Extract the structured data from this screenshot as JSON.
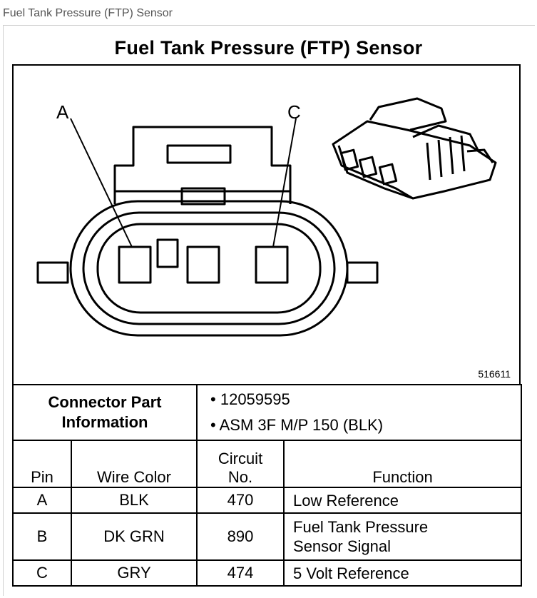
{
  "page_caption": "Fuel Tank Pressure (FTP) Sensor",
  "document": {
    "title": "Fuel Tank Pressure (FTP) Sensor",
    "figure_number": "516611",
    "pin_labels": {
      "left": "A",
      "right": "C"
    }
  },
  "connector_info": {
    "label_line1": "Connector Part",
    "label_line2": "Information",
    "items": [
      "12059595",
      "ASM 3F M/P 150 (BLK)"
    ]
  },
  "table": {
    "headers": {
      "pin": "Pin",
      "wire_color": "Wire Color",
      "circuit_line1": "Circuit",
      "circuit_line2": "No.",
      "function": "Function"
    },
    "rows": [
      {
        "pin": "A",
        "wire_color": "BLK",
        "circuit": "470",
        "function_line1": "Low Reference",
        "function_line2": ""
      },
      {
        "pin": "B",
        "wire_color": "DK GRN",
        "circuit": "890",
        "function_line1": "Fuel Tank Pressure",
        "function_line2": "Sensor Signal"
      },
      {
        "pin": "C",
        "wire_color": "GRY",
        "circuit": "474",
        "function_line1": "5 Volt Reference",
        "function_line2": ""
      }
    ]
  }
}
